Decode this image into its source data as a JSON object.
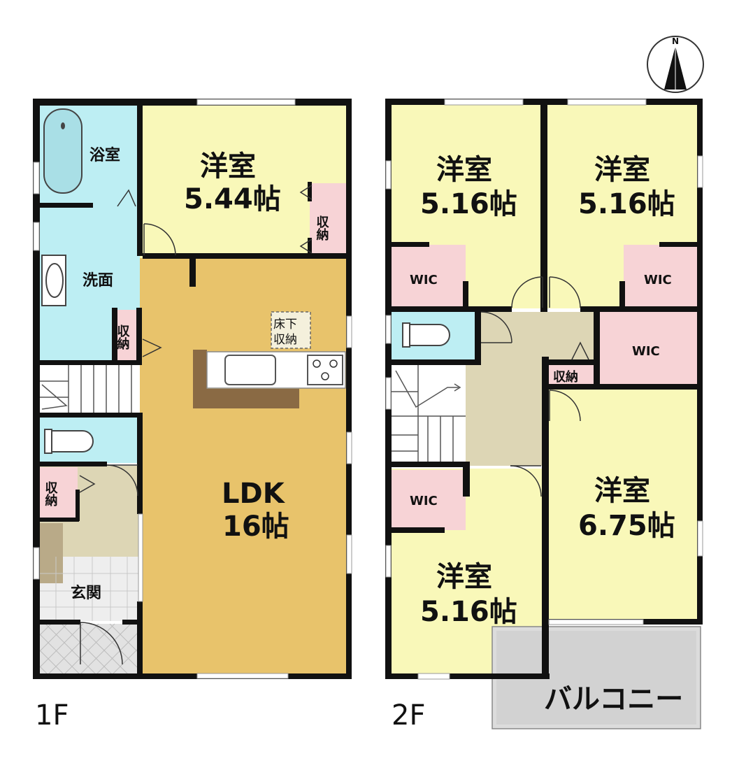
{
  "floors": [
    {
      "id": "1F",
      "label": "1F",
      "rooms": [
        {
          "key": "bath",
          "name": "浴室"
        },
        {
          "key": "western_1",
          "name": "洋室",
          "size": "5.44帖"
        },
        {
          "key": "closet_1",
          "name": "収納"
        },
        {
          "key": "washroom",
          "name": "洗面"
        },
        {
          "key": "closet_2",
          "name": "収納"
        },
        {
          "key": "underfloor",
          "name": "床下収納"
        },
        {
          "key": "ldk",
          "name": "LDK",
          "size": "16帖"
        },
        {
          "key": "closet_3",
          "name": "収納"
        },
        {
          "key": "entrance",
          "name": "玄関"
        }
      ]
    },
    {
      "id": "2F",
      "label": "2F",
      "rooms": [
        {
          "key": "western_a",
          "name": "洋室",
          "size": "5.16帖"
        },
        {
          "key": "western_b",
          "name": "洋室",
          "size": "5.16帖"
        },
        {
          "key": "wic_a",
          "name": "WIC"
        },
        {
          "key": "wic_b",
          "name": "WIC"
        },
        {
          "key": "wic_c",
          "name": "WIC"
        },
        {
          "key": "closet_4",
          "name": "収納"
        },
        {
          "key": "wic_d",
          "name": "WIC"
        },
        {
          "key": "western_c",
          "name": "洋室",
          "size": "6.75帖"
        },
        {
          "key": "western_d",
          "name": "洋室",
          "size": "5.16帖"
        },
        {
          "key": "balcony",
          "name": "バルコニー"
        }
      ]
    }
  ],
  "compass": {
    "label": "N"
  },
  "colors": {
    "wall": "#111111",
    "yellow_room": "#f9f8b9",
    "ldk": "#e8c36b",
    "wet": "#bdeef3",
    "closet": "#f7d3d6",
    "hall": "#ddd6b5",
    "balcony": "#dcdcdc",
    "counter": "#8a6a44"
  }
}
